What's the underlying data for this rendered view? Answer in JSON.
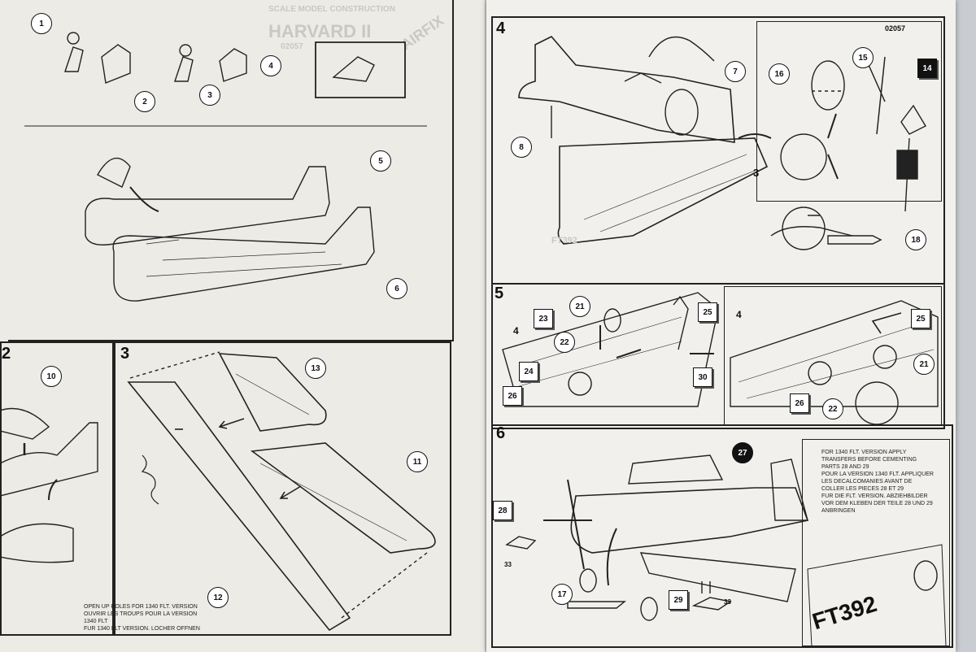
{
  "sheet": {
    "product_code": "02057",
    "faded_header": "SCALE MODEL CONSTRUCTION",
    "faded_title": "HARVARD II",
    "faded_code": "02057",
    "faded_brand": "AIRFIX"
  },
  "steps": {
    "step2_label": "2",
    "step3_label": "3",
    "step4_label": "4",
    "step5_label": "5",
    "step6_label": "6"
  },
  "callouts": {
    "p1": "1",
    "p2": "2",
    "p3": "3",
    "p4": "4",
    "p5": "5",
    "p6": "6",
    "p7": "7",
    "p8": "8",
    "p10": "10",
    "p11": "11",
    "p12": "12",
    "p13": "13",
    "p14": "14",
    "p15": "15",
    "p16": "16",
    "p17": "17",
    "p18": "18",
    "p21a": "21",
    "p21b": "21",
    "p22a": "22",
    "p22b": "22",
    "p23": "23",
    "p24": "24",
    "p25a": "25",
    "p25b": "25",
    "p26a": "26",
    "p26b": "26",
    "p27": "27",
    "p28": "28",
    "p29": "29",
    "p30": "30",
    "sub33a": "33",
    "sub33b": "33",
    "ref3": "3",
    "ref4a": "4",
    "ref4b": "4"
  },
  "notes": {
    "open_holes": [
      "OPEN UP HOLES FOR 1340 FLT. VERSION",
      "OUVRIR LES TROUPS POUR LA VERSION",
      "1340 FLT",
      "FUR 1340 FLT VERSION. LOCHER OFFNEN"
    ],
    "transfers": [
      "FOR 1340 FLT. VERSION APPLY",
      "TRANSFERS BEFORE CEMENTING",
      "PARTS 28 AND 29",
      "POUR LA VERSION 1340 FLT. APPLIQUER",
      "LES DECALCOMANIES AVANT DE",
      "COLLER LES PIECES 28 ET 29",
      "FUR DIE FLT. VERSION. ABZIEHBILDER",
      "VOR DEM KLEBEN DER TEILE 28 UND 29",
      "ANBRINGEN"
    ],
    "serial": "FT392",
    "faded_serial": "FT392"
  }
}
